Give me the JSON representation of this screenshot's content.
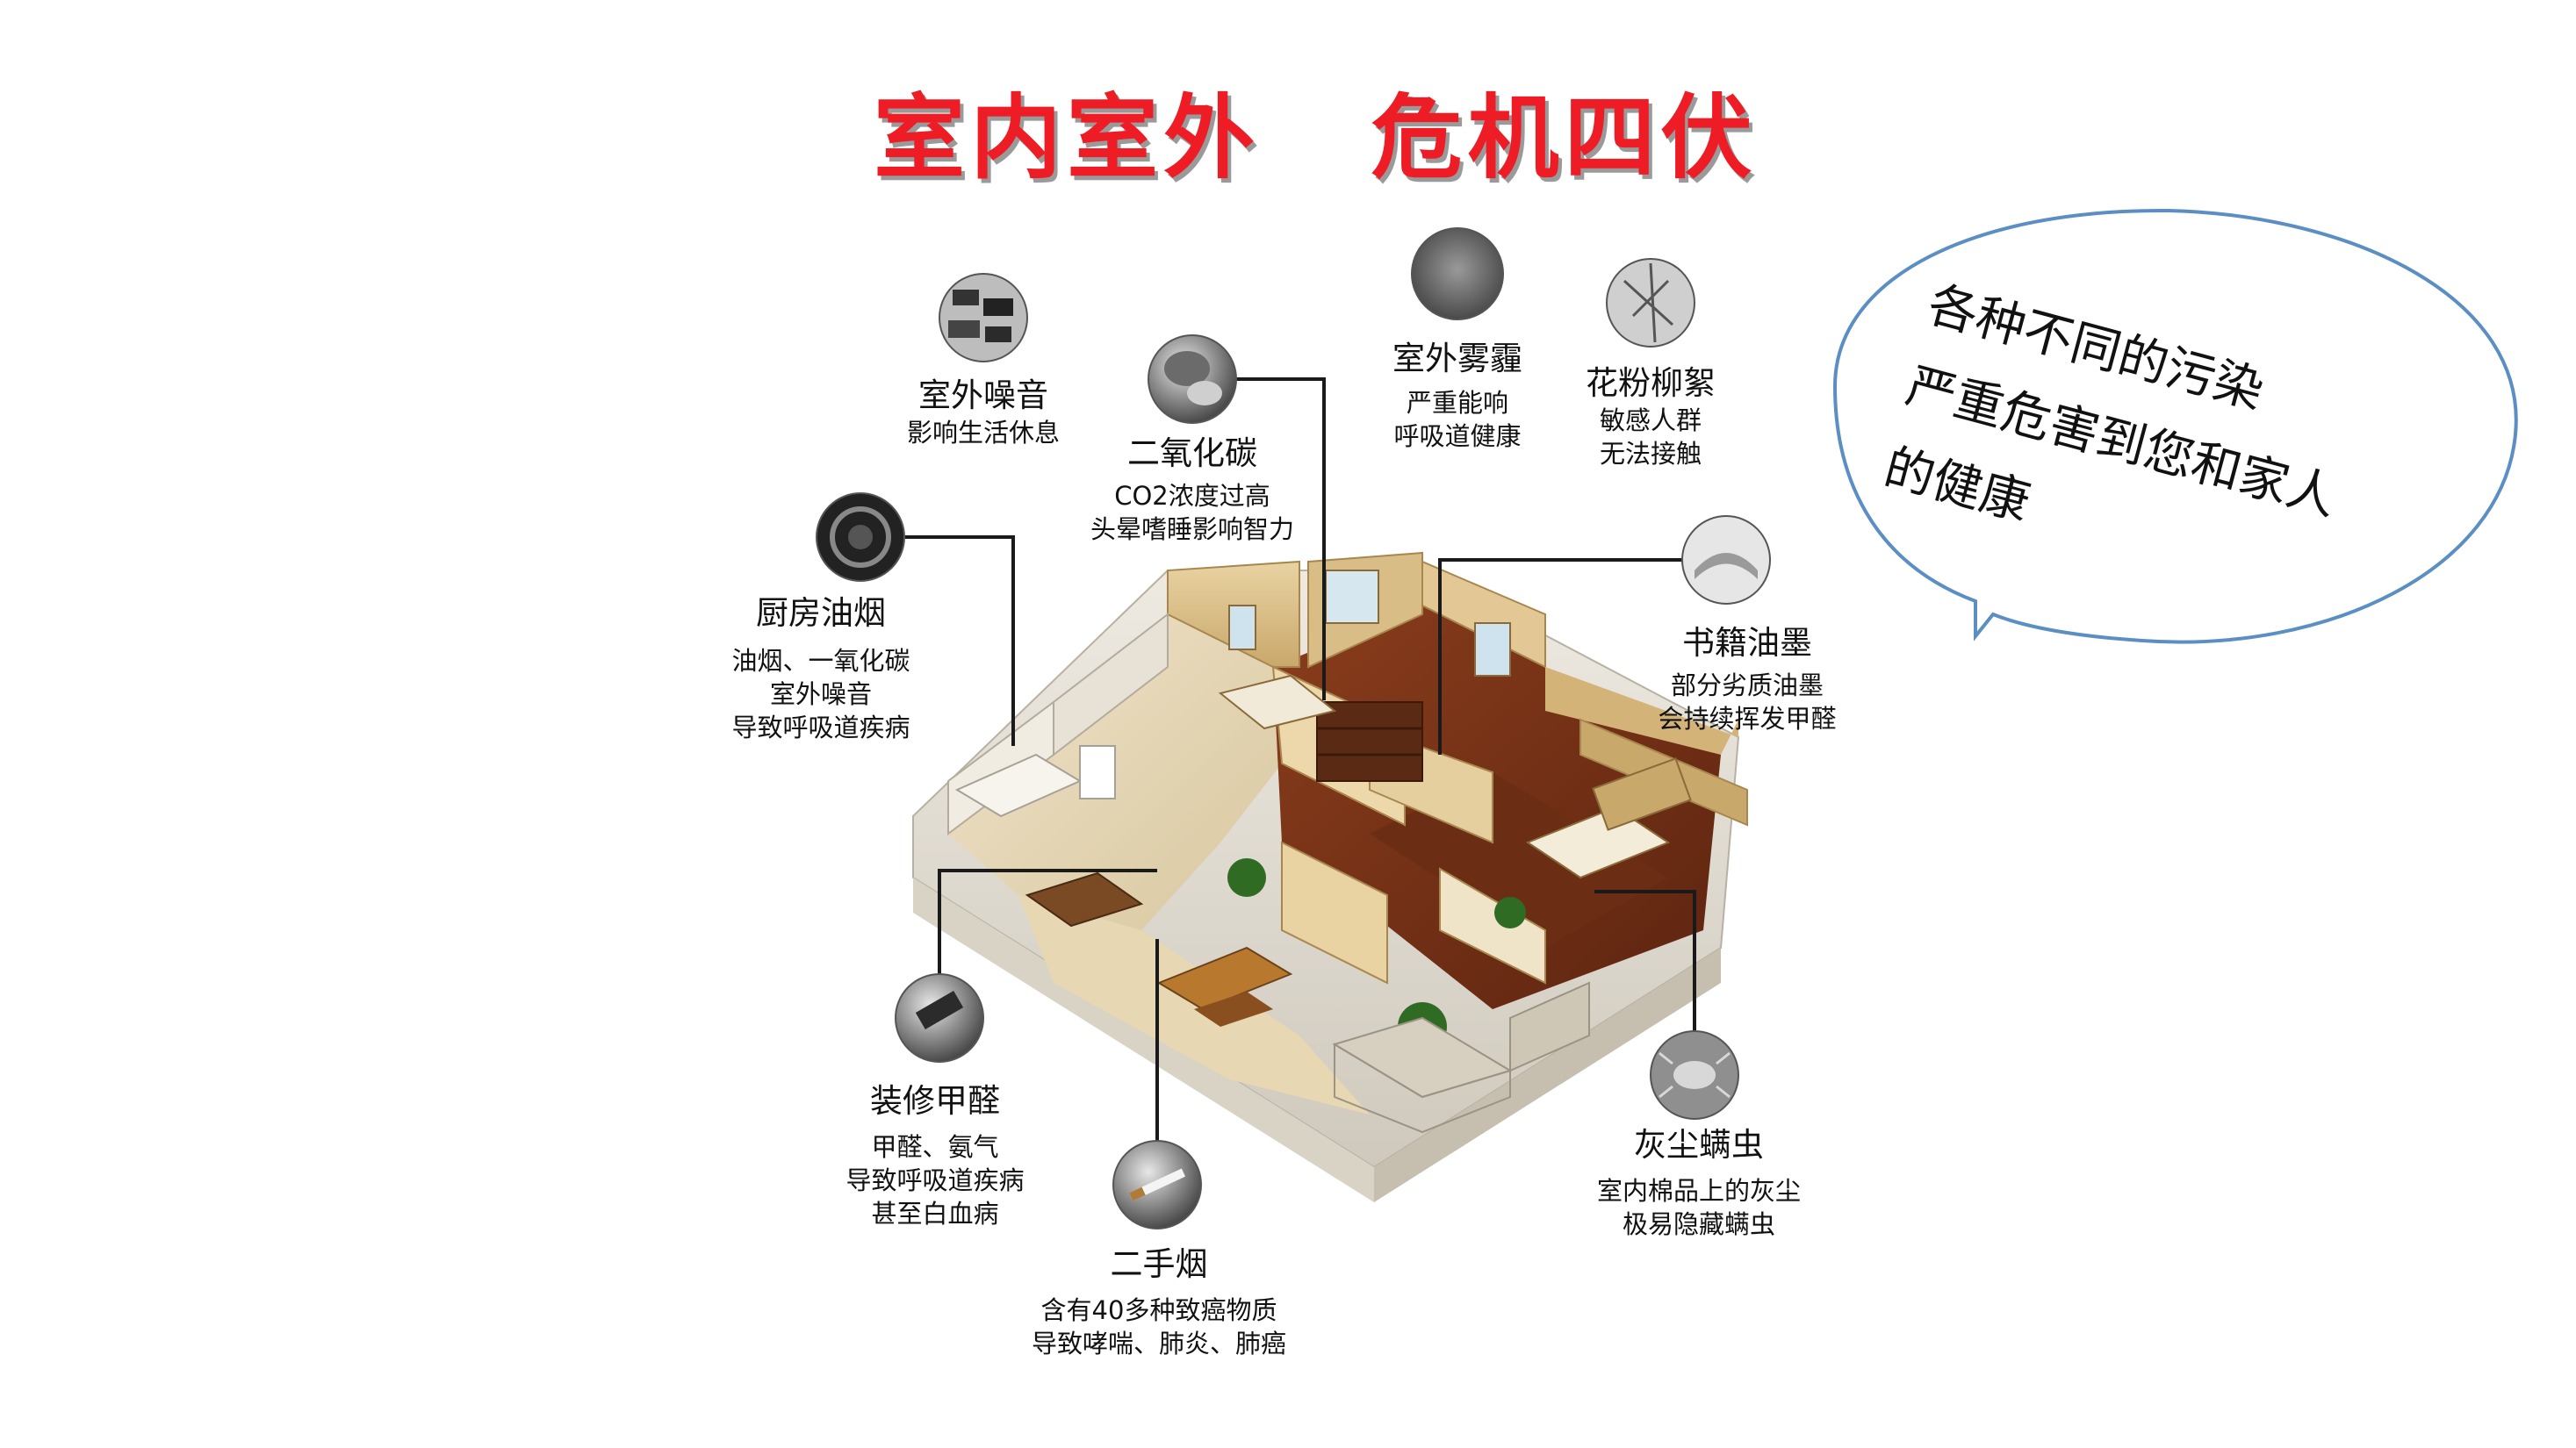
{
  "title": "室内室外   危机四伏",
  "bubble": {
    "lines": [
      "各种不同的污染",
      "严重危害到您和家人",
      "的健康"
    ],
    "stroke_color": "#5b8fc4"
  },
  "accent_color": "#ee1c25",
  "hazards": {
    "outdoor_noise": {
      "icon": "traffic-icon",
      "title": "室外噪音",
      "lines": [
        "影响生活休息"
      ]
    },
    "co2": {
      "icon": "sleeping-person-icon",
      "title": "二氧化碳",
      "lines": [
        "CO2浓度过高",
        "头晕嗜睡影响智力"
      ]
    },
    "smog": {
      "icon": "haze-icon",
      "title": "室外雾霾",
      "lines": [
        "严重能响",
        "呼吸道健康"
      ]
    },
    "pollen": {
      "icon": "willow-catkin-icon",
      "title": "花粉柳絮",
      "lines": [
        "敏感人群",
        "无法接触"
      ]
    },
    "kitchen": {
      "icon": "gas-burner-icon",
      "title": "厨房油烟",
      "lines": [
        "油烟、一氧化碳",
        "室外噪音",
        "导致呼吸道疾病"
      ]
    },
    "books": {
      "icon": "open-book-icon",
      "title": "书籍油墨",
      "lines": [
        "部分劣质油墨",
        "会持续挥发甲醛"
      ]
    },
    "decoration": {
      "icon": "paint-tool-icon",
      "title": "装修甲醛",
      "lines": [
        "甲醛、氨气",
        "导致呼吸道疾病",
        "甚至白血病"
      ]
    },
    "smoke": {
      "icon": "cigarette-icon",
      "title": "二手烟",
      "lines": [
        "含有40多种致癌物质",
        "导致哮喘、肺炎、肺癌"
      ]
    },
    "dust_mites": {
      "icon": "dust-mite-icon",
      "title": "灰尘螨虫",
      "lines": [
        "室内棉品上的灰尘",
        "极易隐藏螨虫"
      ]
    }
  }
}
